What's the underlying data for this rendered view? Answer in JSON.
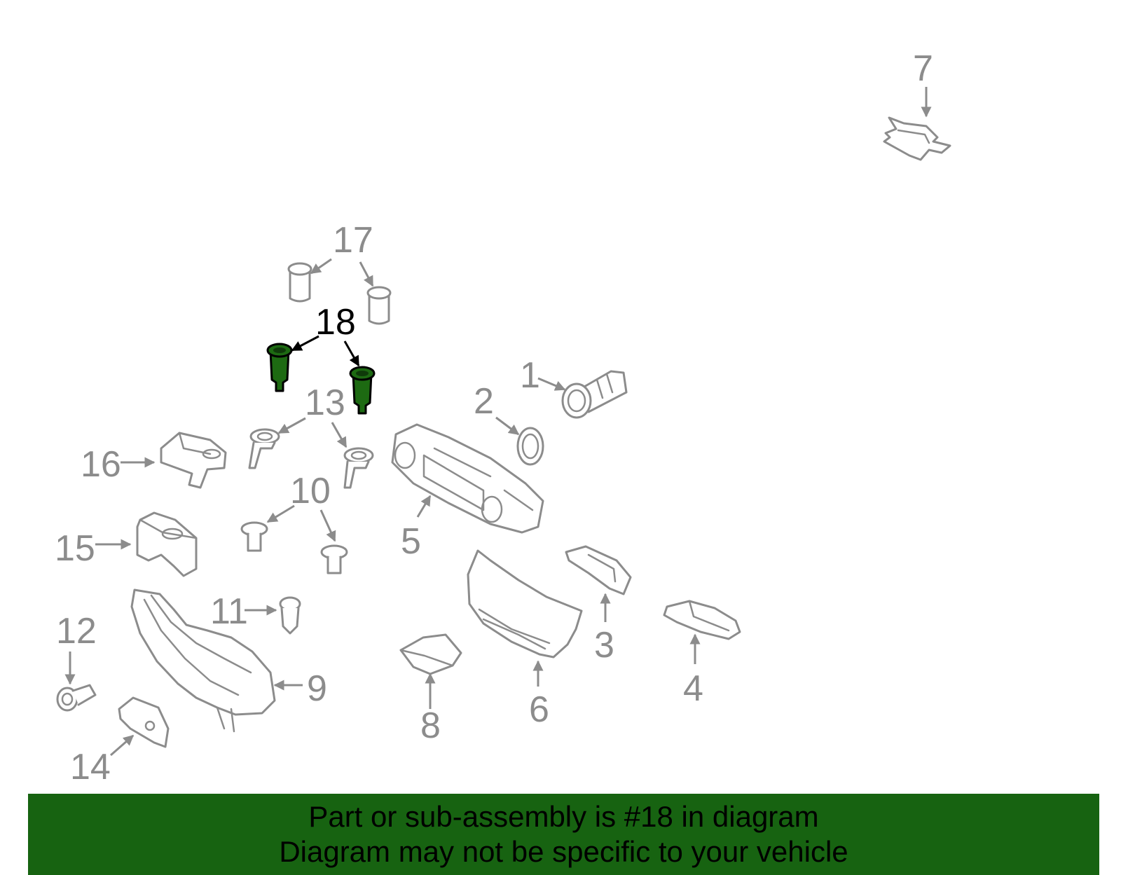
{
  "callouts": {
    "c1": "1",
    "c2": "2",
    "c3": "3",
    "c4": "4",
    "c5": "5",
    "c6": "6",
    "c7": "7",
    "c8": "8",
    "c9": "9",
    "c10": "10",
    "c11": "11",
    "c12": "12",
    "c13": "13",
    "c14": "14",
    "c15": "15",
    "c16": "16",
    "c17": "17",
    "c18": "18"
  },
  "highlighted_part": "18",
  "colors": {
    "banner": "#176311",
    "highlight_fill": "#1d6a12",
    "line_gray": "#8c8c8c"
  },
  "banner": {
    "line1": "Part or sub-assembly is #18 in diagram",
    "line2": "Diagram may not be specific to your vehicle"
  }
}
